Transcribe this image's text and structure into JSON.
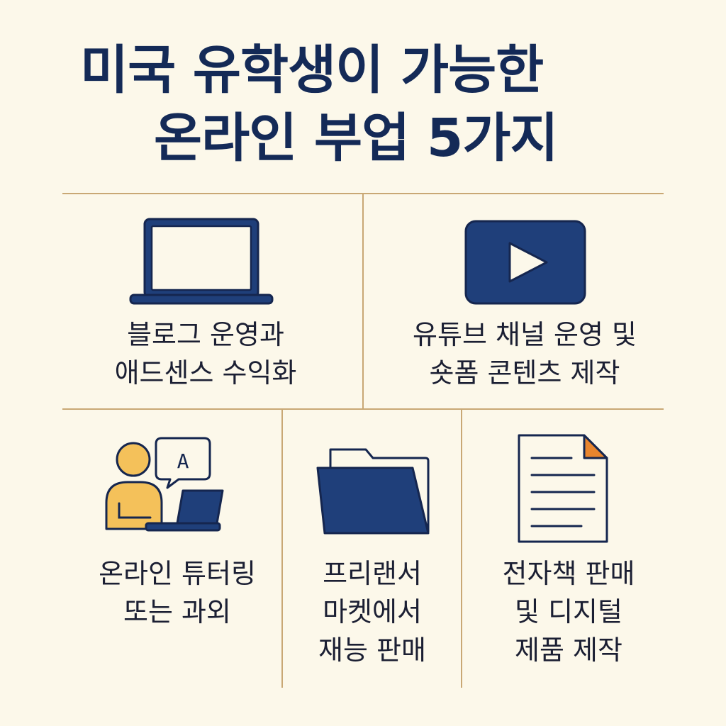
{
  "title": {
    "line1": "미국 유학생이 가능한",
    "line2": "온라인 부업 5가지"
  },
  "colors": {
    "background": "#fcf8ea",
    "navy": "#1f3f7a",
    "outline": "#15264f",
    "accent_orange": "#e8852e",
    "person_yellow": "#f4c15a",
    "divider": "#c9a875"
  },
  "items": [
    {
      "icon": "laptop-icon",
      "lines": [
        "블로그 운영과",
        "애드센스 수익화"
      ]
    },
    {
      "icon": "video-play-icon",
      "lines": [
        "유튜브 채널 운영 및",
        "숏폼 콘텐츠 제작"
      ]
    },
    {
      "icon": "online-tutor-icon",
      "speech": "A",
      "lines": [
        "온라인 튜터링",
        "또는 과외"
      ]
    },
    {
      "icon": "folder-icon",
      "lines": [
        "프리랜서",
        "마켓에서",
        "재능 판매"
      ]
    },
    {
      "icon": "document-icon",
      "lines": [
        "전자책 판매",
        "및 디지털",
        "제품 제작"
      ]
    }
  ]
}
